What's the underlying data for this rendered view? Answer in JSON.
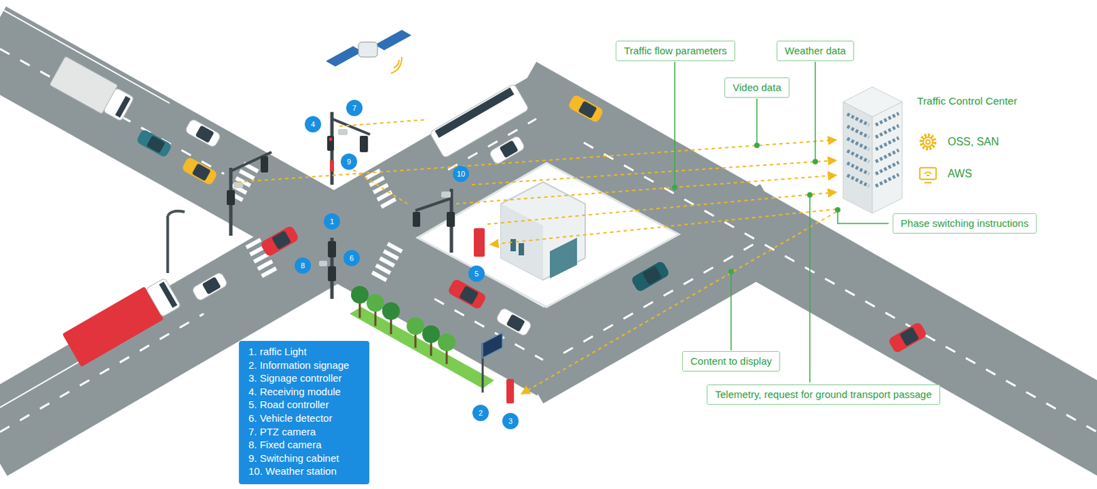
{
  "diagram": {
    "nodes": [
      {
        "text": [
          "Traffic flow parameters"
        ]
      },
      {
        "text": [
          "Weather data"
        ]
      },
      {
        "text": [
          "Video data"
        ]
      },
      {
        "text": [
          "Phase switching instructions"
        ]
      },
      {
        "text": [
          "Content to display"
        ]
      },
      {
        "text": [
          "Telemetry, request for ground transport passage"
        ]
      },
      {
        "text": [
          "1. raffic Light",
          "2. Information signage",
          "3. Signage controller",
          "4. Receiving module",
          "5. Road controller",
          "6. Vehicle detector",
          "7. PTZ camera",
          "8. Fixed camera",
          "9. Switching cabinet",
          "10. Weather station"
        ]
      }
    ],
    "labels": [
      "Traffic Control Center",
      "OSS, SAN",
      "AWS",
      "7",
      "4",
      "9",
      "10",
      "1",
      "6",
      "8",
      "5",
      "2",
      "3"
    ]
  }
}
